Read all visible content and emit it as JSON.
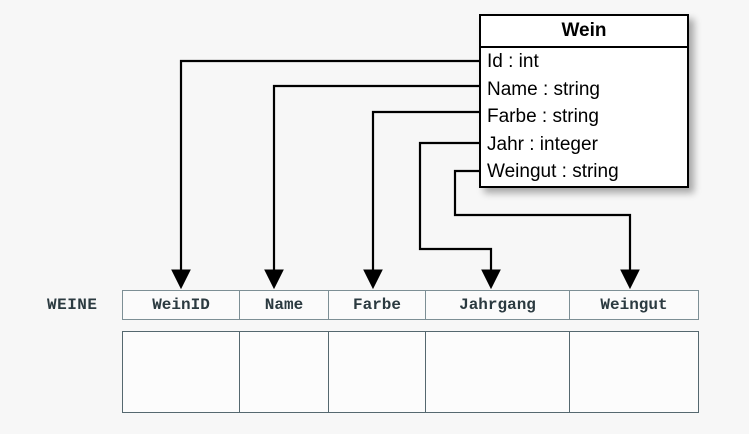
{
  "background_color": "#f7f7f7",
  "uml_class": {
    "name": "Wein",
    "attributes": [
      "Id : int",
      "Name : string",
      "Farbe : string",
      "Jahr : integer",
      "Weingut : string"
    ]
  },
  "relational_table": {
    "label": "WEINE",
    "columns": [
      "WeinID",
      "Name",
      "Farbe",
      "Jahrgang",
      "Weingut"
    ],
    "rows": [
      [
        "",
        "",
        "",
        "",
        ""
      ]
    ]
  },
  "mappings": [
    {
      "from": "Id : int",
      "to": "WeinID"
    },
    {
      "from": "Name : string",
      "to": "Name"
    },
    {
      "from": "Farbe : string",
      "to": "Farbe"
    },
    {
      "from": "Jahr : integer",
      "to": "Jahrgang"
    },
    {
      "from": "Weingut : string",
      "to": "Weingut"
    }
  ],
  "colors": {
    "line": "#000000",
    "table_border": "#55688f",
    "table_text": "#2b3a40",
    "class_border": "#000000",
    "class_fill": "#ffffff"
  }
}
